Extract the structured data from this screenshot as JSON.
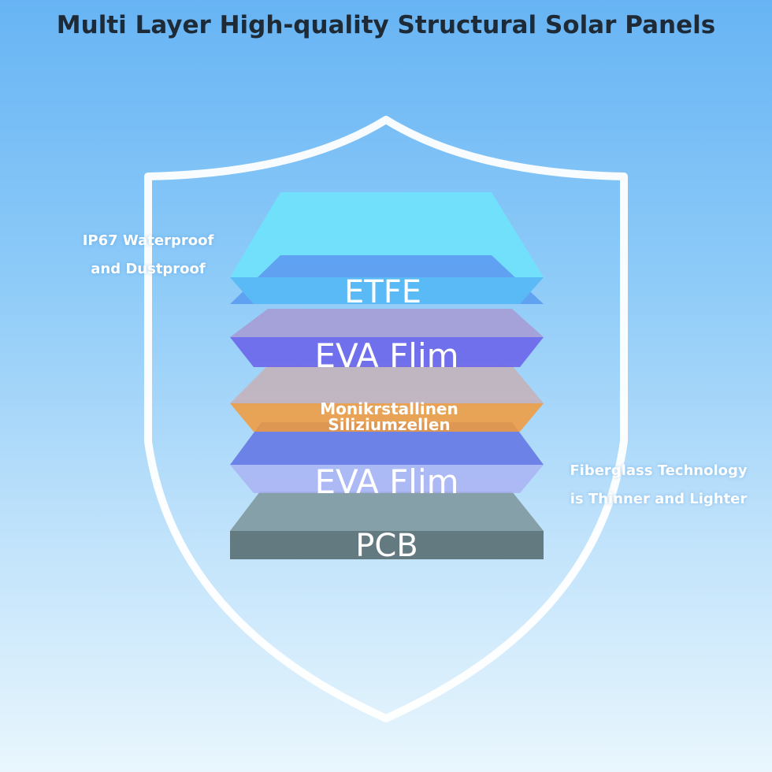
{
  "title": "Multi Layer High-quality Structural Solar Panels",
  "features": {
    "left_line1": "IP67 Waterproof",
    "left_line2": "and Dustproof",
    "right_line1": "Fiberglass Technology",
    "right_line2": "is Thinner and Lighter"
  },
  "layers": {
    "etfe": "ETFE",
    "eva_top": "EVA Flim",
    "cells_line1": "Monikrstallinen",
    "cells_line2": "Siliziumzellen",
    "eva_bottom": "EVA Flim",
    "pcb": "PCB"
  },
  "colors": {
    "etfe": "#6ee3fb",
    "eva": "#5d7cf0",
    "cells": "#f3a84a",
    "pcb": "#6c8289",
    "shield": "#ffffff"
  },
  "icons": {
    "shield": "shield-icon"
  }
}
